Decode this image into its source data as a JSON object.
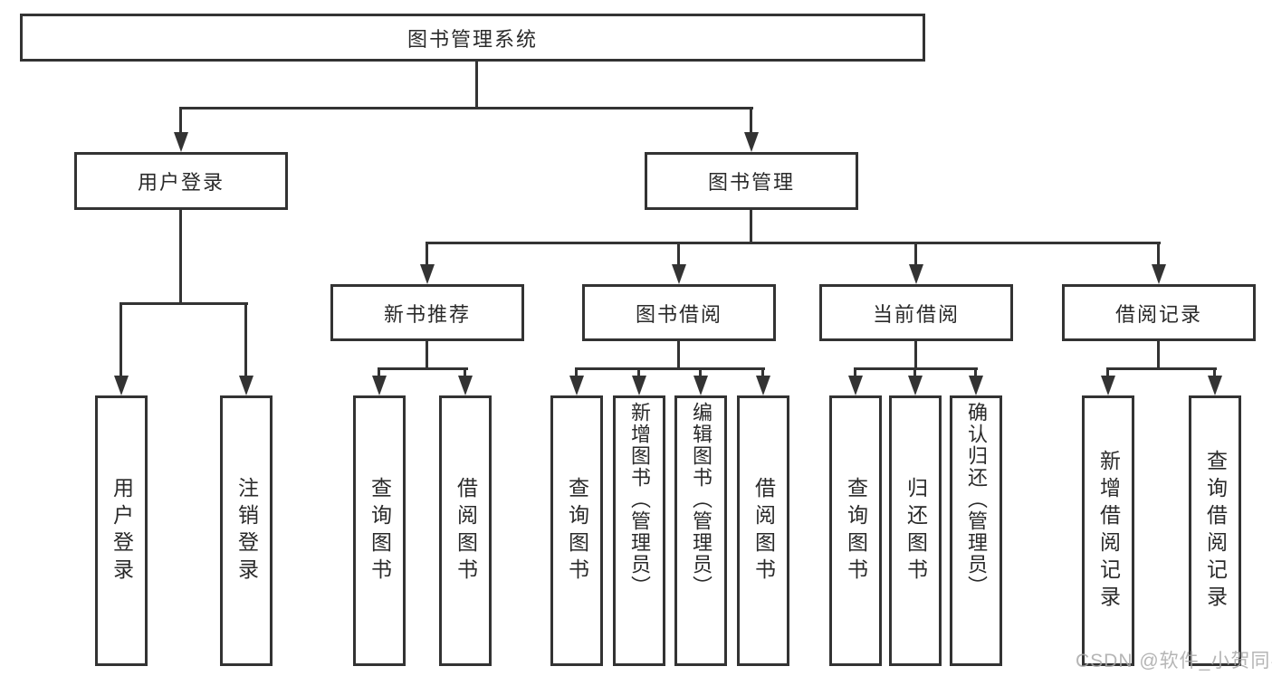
{
  "tree": {
    "root": "图书管理系统",
    "children": [
      {
        "label": "用户登录",
        "leaves": [
          "用户登录",
          "注销登录"
        ]
      },
      {
        "label": "图书管理",
        "children": [
          {
            "label": "新书推荐",
            "leaves": [
              "查询图书",
              "借阅图书"
            ]
          },
          {
            "label": "图书借阅",
            "leaves": [
              "查询图书",
              "新增图书（管理员）",
              "编辑图书（管理员）",
              "借阅图书"
            ]
          },
          {
            "label": "当前借阅",
            "leaves": [
              "查询图书",
              "归还图书",
              "确认归还（管理员）"
            ]
          },
          {
            "label": "借阅记录",
            "leaves": [
              "新增借阅记录",
              "查询借阅记录"
            ]
          }
        ]
      }
    ]
  },
  "watermark": "CSDN @软件_小贺同学",
  "colors": {
    "line": "#333333",
    "box_border": "#333333",
    "text": "#2a2a2a",
    "watermark": "#a8a8a8",
    "background": "#ffffff"
  }
}
